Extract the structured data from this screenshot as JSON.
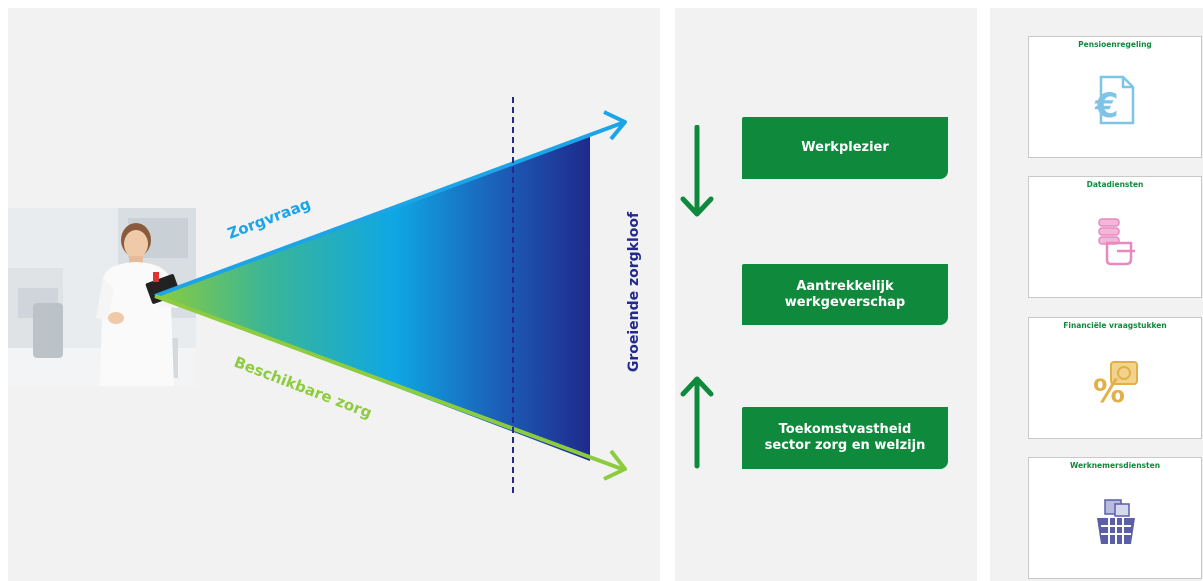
{
  "diagram": {
    "upper_label": "Zorgvraag",
    "lower_label": "Beschikbare zorg",
    "gap_label": "Groeiende zorgkloof"
  },
  "goals": {
    "items": [
      {
        "label": "Werkplezier"
      },
      {
        "label": "Aantrekkelijk\nwerkgeverschap"
      },
      {
        "label": "Toekomstvastheid\nsector zorg en welzijn"
      }
    ]
  },
  "services": {
    "items": [
      {
        "title": "Pensioenregeling",
        "icon": "euro-document-icon",
        "color": "#7fc4e6"
      },
      {
        "title": "Datadiensten",
        "icon": "database-scroll-icon",
        "color": "#e889c0"
      },
      {
        "title": "Financiële vraagstukken",
        "icon": "percent-banknote-icon",
        "color": "#e2b04a"
      },
      {
        "title": "Werknemersdiensten",
        "icon": "shopping-basket-icon",
        "color": "#5b5fa8"
      }
    ]
  },
  "colors": {
    "green": "#0f8a3c",
    "blue_arrow": "#1ba4e8",
    "green_arrow": "#8ccc3e",
    "navy": "#232a8e"
  }
}
